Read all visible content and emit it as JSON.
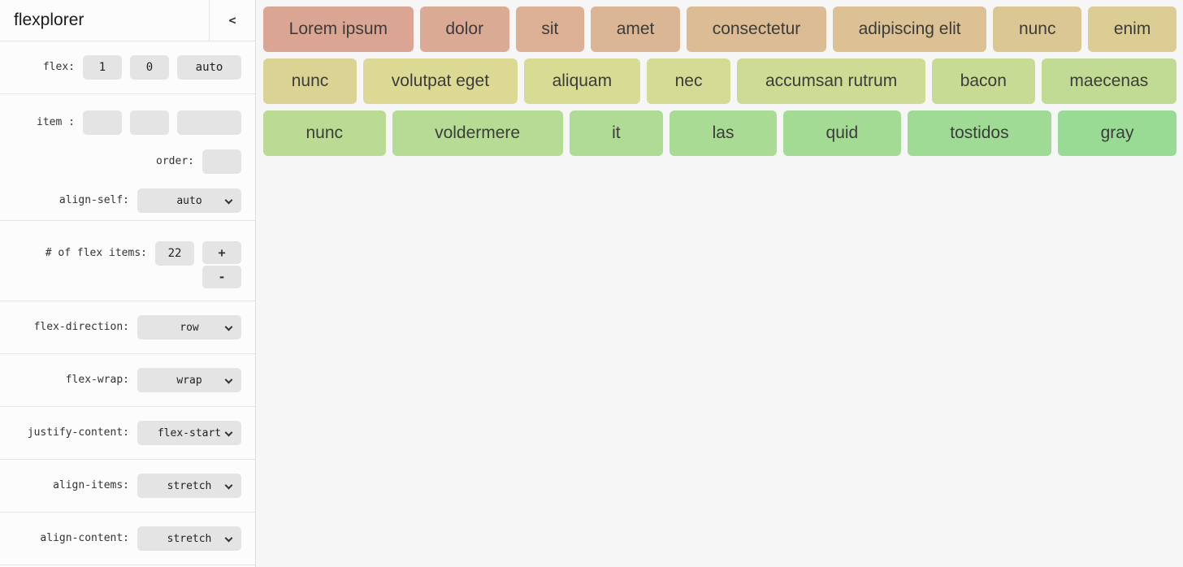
{
  "sidebar": {
    "title": "flexplorer",
    "collapse_icon": "<",
    "flex": {
      "label": "flex:",
      "grow": "1",
      "shrink": "0",
      "basis": "auto"
    },
    "item": {
      "label": "item :",
      "grow": "",
      "shrink": "",
      "basis": ""
    },
    "order": {
      "label": "order:",
      "value": ""
    },
    "align_self": {
      "label": "align-self:",
      "value": "auto"
    },
    "count": {
      "label": "# of flex items:",
      "value": "22",
      "increment_label": "+",
      "decrement_label": "-"
    },
    "flex_direction": {
      "label": "flex-direction:",
      "value": "row"
    },
    "flex_wrap": {
      "label": "flex-wrap:",
      "value": "wrap"
    },
    "justify_content": {
      "label": "justify-content:",
      "value": "flex-start"
    },
    "align_items": {
      "label": "align-items:",
      "value": "stretch"
    },
    "align_content": {
      "label": "align-content:",
      "value": "stretch"
    }
  },
  "stage": {
    "rows": [
      {
        "items": [
          {
            "label": "Lorem ipsum",
            "color": "#dba594"
          },
          {
            "label": "dolor",
            "color": "#dbaa94"
          },
          {
            "label": "sit",
            "color": "#dbb094"
          },
          {
            "label": "amet",
            "color": "#dbb694"
          },
          {
            "label": "consectetur",
            "color": "#dbbc94"
          },
          {
            "label": "adipiscing elit",
            "color": "#dbc194"
          },
          {
            "label": "nunc",
            "color": "#dbc794"
          },
          {
            "label": "enim",
            "color": "#dbcd94"
          }
        ]
      },
      {
        "items": [
          {
            "label": "nunc",
            "color": "#dbd394"
          },
          {
            "label": "volutpat eget",
            "color": "#dbd994"
          },
          {
            "label": "aliquam",
            "color": "#d8db94"
          },
          {
            "label": "nec",
            "color": "#d3db94"
          },
          {
            "label": "accumsan rutrum",
            "color": "#cddb94"
          },
          {
            "label": "bacon",
            "color": "#c7db94"
          },
          {
            "label": "maecenas",
            "color": "#c1db94"
          }
        ]
      },
      {
        "items": [
          {
            "label": "nunc",
            "color": "#bbdb94"
          },
          {
            "label": "voldermere",
            "color": "#b6db94"
          },
          {
            "label": "it",
            "color": "#b0db94"
          },
          {
            "label": "las",
            "color": "#aadb94"
          },
          {
            "label": "quid",
            "color": "#a4db94"
          },
          {
            "label": "tostidos",
            "color": "#9fdb94"
          },
          {
            "label": "gray",
            "color": "#99db94"
          }
        ]
      }
    ]
  }
}
